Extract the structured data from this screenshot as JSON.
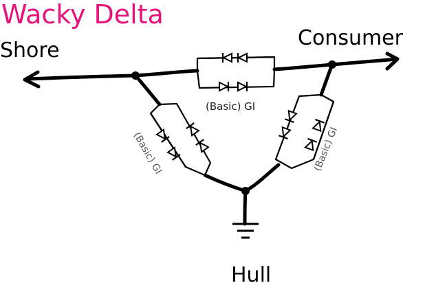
{
  "title": "Wacky Delta",
  "nodes": {
    "shore": "Shore",
    "consumer": "Consumer",
    "hull": "Hull"
  },
  "isolators": {
    "top": "(Basic) GI",
    "left": "(Basic) GI",
    "right": "(Basic) GI"
  },
  "colors": {
    "title": "#e6137a",
    "wire": "#000000",
    "gi_label": "#555555"
  },
  "icons": [
    "diode-icon",
    "ground-icon",
    "arrow-left-icon",
    "plug-icon"
  ]
}
